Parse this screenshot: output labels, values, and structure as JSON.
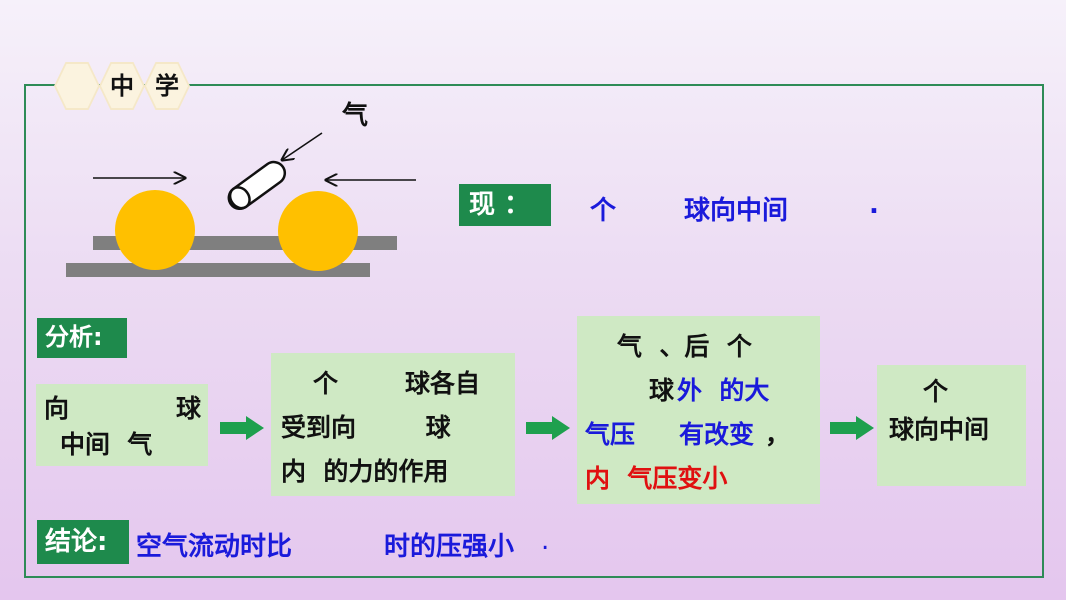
{
  "header": {
    "hex_labels": [
      "",
      "中",
      "学"
    ]
  },
  "illustration": {
    "label": "气"
  },
  "phenomenon": {
    "label": "现 ：",
    "text_part1": "个",
    "text_part2": "球向中间",
    "text_end": "."
  },
  "analysis": {
    "label": "分析:",
    "box1": {
      "line1_a": "向",
      "line1_b": "球",
      "line2": "中间  气"
    },
    "box2": {
      "line1_a": "个",
      "line1_b": "球各自",
      "line2": "受到向        球",
      "line3": "内  的力的作用"
    },
    "box3": {
      "line1": "气  、后  个",
      "line2_a": "球",
      "line2_b": "外  的大",
      "line3_a": "气压",
      "line3_b": "有改变",
      "line3_c": "，",
      "line4": "内  气压变小"
    },
    "box4": {
      "line1": "个",
      "line2": "球向中间"
    }
  },
  "conclusion": {
    "label": "结论:",
    "text_a": "空气流动时比",
    "text_b": "时的压强小",
    "text_end": "."
  },
  "colors": {
    "green_label": "#1e8a4c",
    "box_fill": "#cfe9c4",
    "ball": "#ffc000",
    "rail": "#7f7f7f",
    "flow_arrow": "#1ea04e",
    "blue_text": "#1a1adb",
    "red_text": "#e01010"
  }
}
